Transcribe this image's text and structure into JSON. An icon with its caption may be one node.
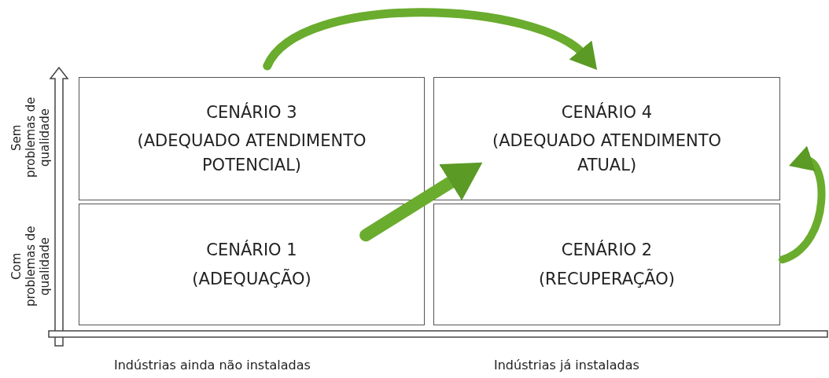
{
  "diagram": {
    "nodes": [
      {
        "text": [
          "CENÁRIO 3",
          "(ADEQUADO ATENDIMENTO POTENCIAL)"
        ]
      },
      {
        "text": [
          "CENÁRIO 4",
          "(ADEQUADO ATENDIMENTO ATUAL)"
        ]
      },
      {
        "text": [
          "CENÁRIO 1",
          "(ADEQUAÇÃO)"
        ]
      },
      {
        "text": [
          "CENÁRIO 2",
          "(RECUPERAÇÃO)"
        ]
      }
    ],
    "edges": [
      {
        "from": 0,
        "to": 1,
        "arrow": "to"
      },
      {
        "from": 2,
        "to": 1,
        "arrow": "to"
      },
      {
        "from": 3,
        "to": 1,
        "arrow": "to"
      }
    ],
    "labels": [
      "Sem problemas de qualidade",
      "Com problemas de qualidade",
      "Indústrias ainda não instaladas",
      "Indústrias já instaladas"
    ]
  }
}
